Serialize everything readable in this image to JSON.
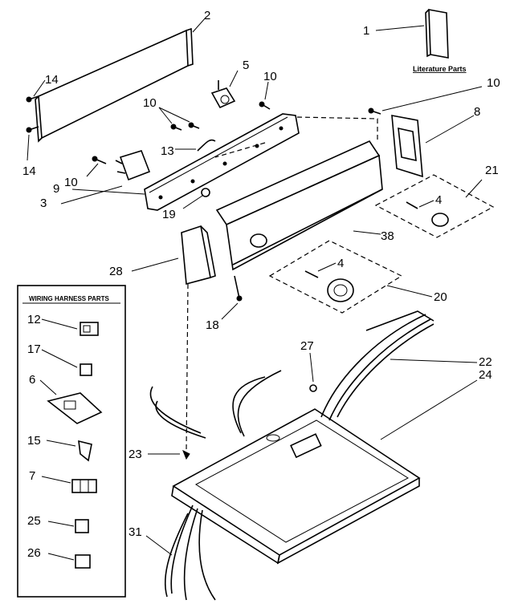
{
  "diagram": {
    "literature_caption": "Literature Parts",
    "wiring_box_title": "WIRING HARNESS PARTS",
    "callouts": {
      "c1": "1",
      "c2": "2",
      "c3": "3",
      "c4a": "4",
      "c4b": "4",
      "c5": "5",
      "c6": "6",
      "c7": "7",
      "c8": "8",
      "c9": "9",
      "c10a": "10",
      "c10b": "10",
      "c10c": "10",
      "c10d": "10",
      "c12": "12",
      "c13": "13",
      "c14a": "14",
      "c14b": "14",
      "c15": "15",
      "c17": "17",
      "c18": "18",
      "c19": "19",
      "c20": "20",
      "c21": "21",
      "c22": "22",
      "c23": "23",
      "c24": "24",
      "c25": "25",
      "c26": "26",
      "c27": "27",
      "c28": "28",
      "c31": "31",
      "c38": "38"
    }
  }
}
